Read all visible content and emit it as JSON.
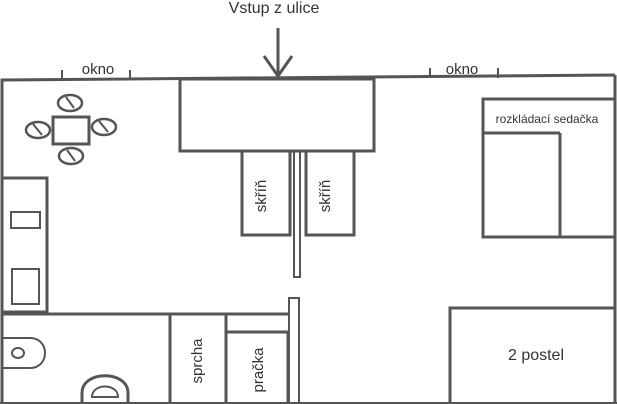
{
  "entrance": {
    "label": "Vstup z ulice"
  },
  "windows": {
    "left": "okno",
    "right": "okno"
  },
  "furniture": {
    "wardrobe_left": "skříň",
    "wardrobe_right": "skříň",
    "sofa_bed": "rozkládací sedačka",
    "double_bed": "2 postel",
    "shower": "sprcha",
    "washing_machine": "pračka"
  }
}
